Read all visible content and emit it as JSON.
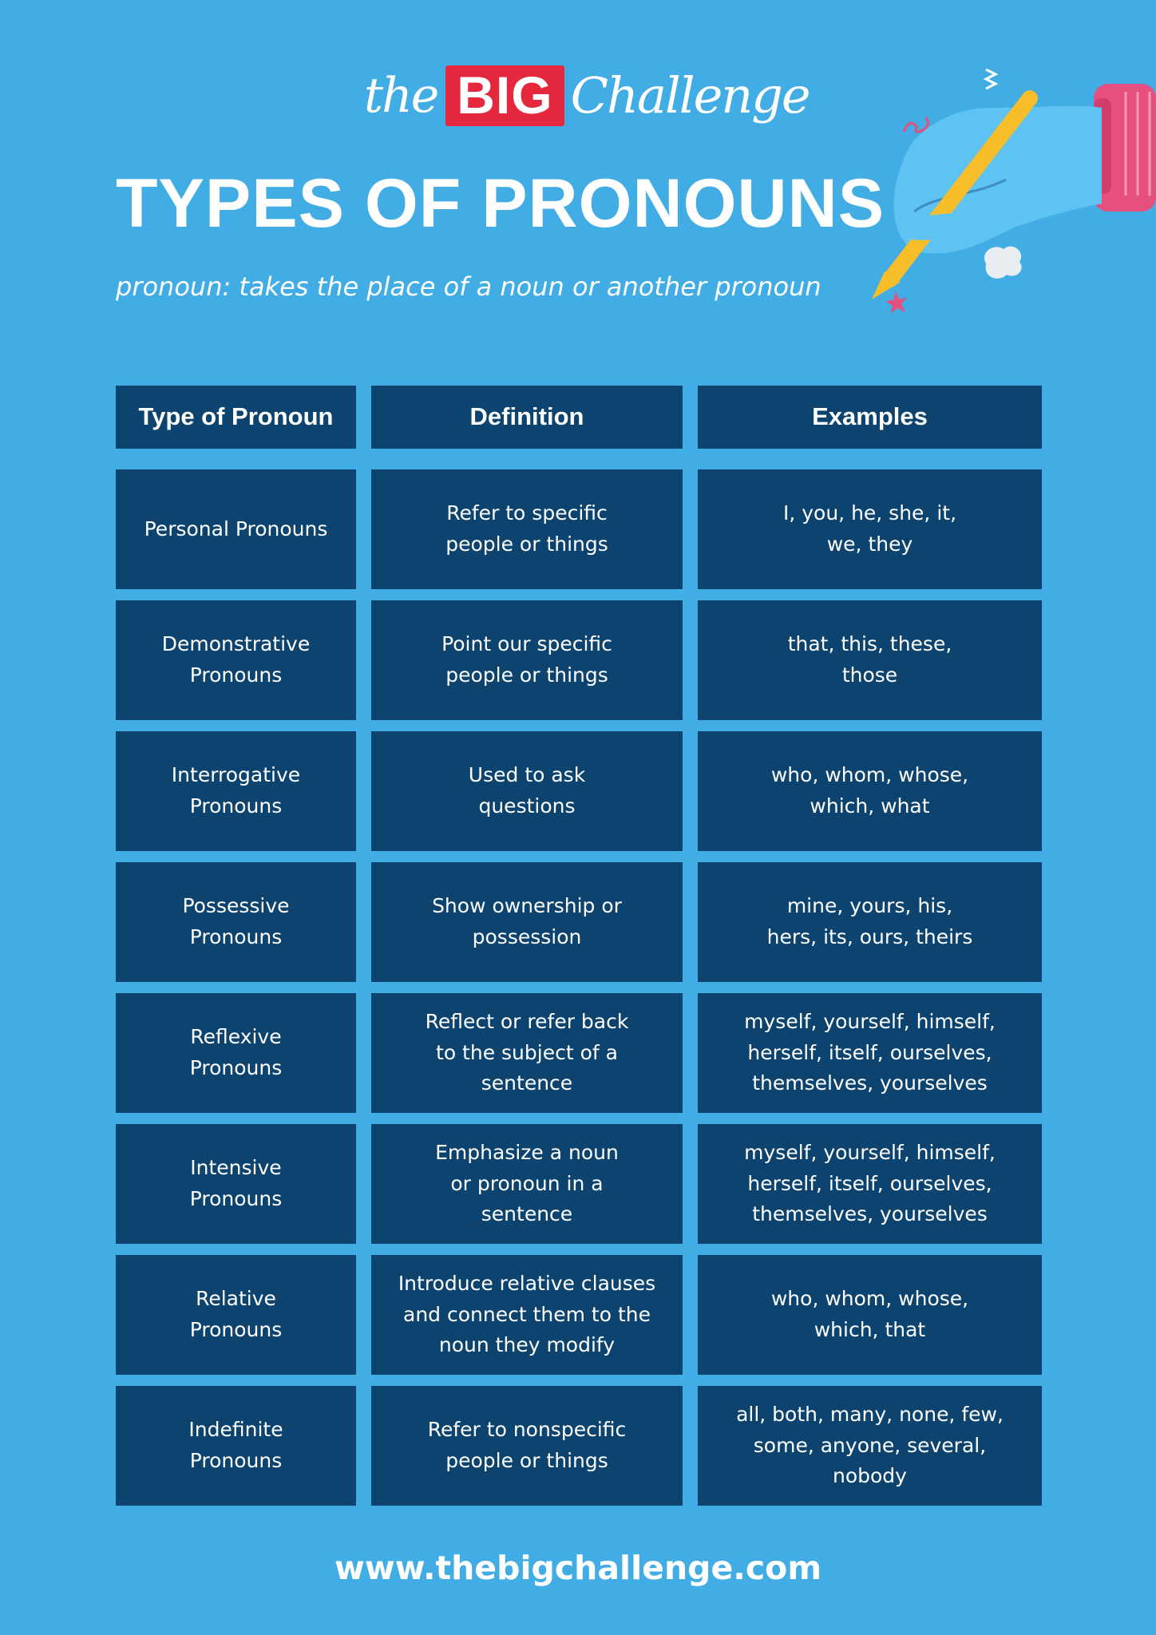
{
  "logo": {
    "the": "the",
    "big": "BIG",
    "challenge": "Challenge"
  },
  "title": "TYPES OF PRONOUNS",
  "subtitle": "pronoun: takes the place of a noun or another pronoun",
  "illustration": "hand-holding-pencil-icon",
  "table": {
    "headers": [
      "Type of Pronoun",
      "Definition",
      "Examples"
    ],
    "rows": [
      {
        "type": "Personal Pronouns",
        "definition": "Refer to specific\npeople or things",
        "examples": "I, you, he, she, it,\nwe, they"
      },
      {
        "type": "Demonstrative\nPronouns",
        "definition": "Point our specific\npeople or things",
        "examples": "that, this, these,\nthose"
      },
      {
        "type": "Interrogative\nPronouns",
        "definition": "Used to ask\nquestions",
        "examples": "who, whom, whose,\nwhich, what"
      },
      {
        "type": "Possessive\nPronouns",
        "definition": "Show ownership or\npossession",
        "examples": "mine, yours, his,\nhers, its, ours, theirs"
      },
      {
        "type": "Reflexive\nPronouns",
        "definition": "Reflect or refer back\nto the subject of a\nsentence",
        "examples": "myself, yourself, himself,\nherself, itself, ourselves,\nthemselves, yourselves"
      },
      {
        "type": "Intensive\nPronouns",
        "definition": "Emphasize a noun\nor pronoun in a\nsentence",
        "examples": "myself, yourself, himself,\nherself, itself, ourselves,\nthemselves, yourselves"
      },
      {
        "type": "Relative\nPronouns",
        "definition": "Introduce relative clauses\nand connect them to the\nnoun they modify",
        "examples": "who, whom, whose,\nwhich, that"
      },
      {
        "type": "Indefinite\nPronouns",
        "definition": "Refer to nonspecific\npeople or things",
        "examples": "all, both, many, none, few,\nsome, anyone, several,\nnobody"
      }
    ]
  },
  "footer": {
    "url": "www.thebigchallenge.com"
  },
  "colors": {
    "background": "#42ade4",
    "cell": "#0c436f",
    "logo_red": "#e5283e",
    "pencil": "#f7be2a",
    "glove": "#5ec3f0",
    "sleeve": "#e5507e"
  }
}
